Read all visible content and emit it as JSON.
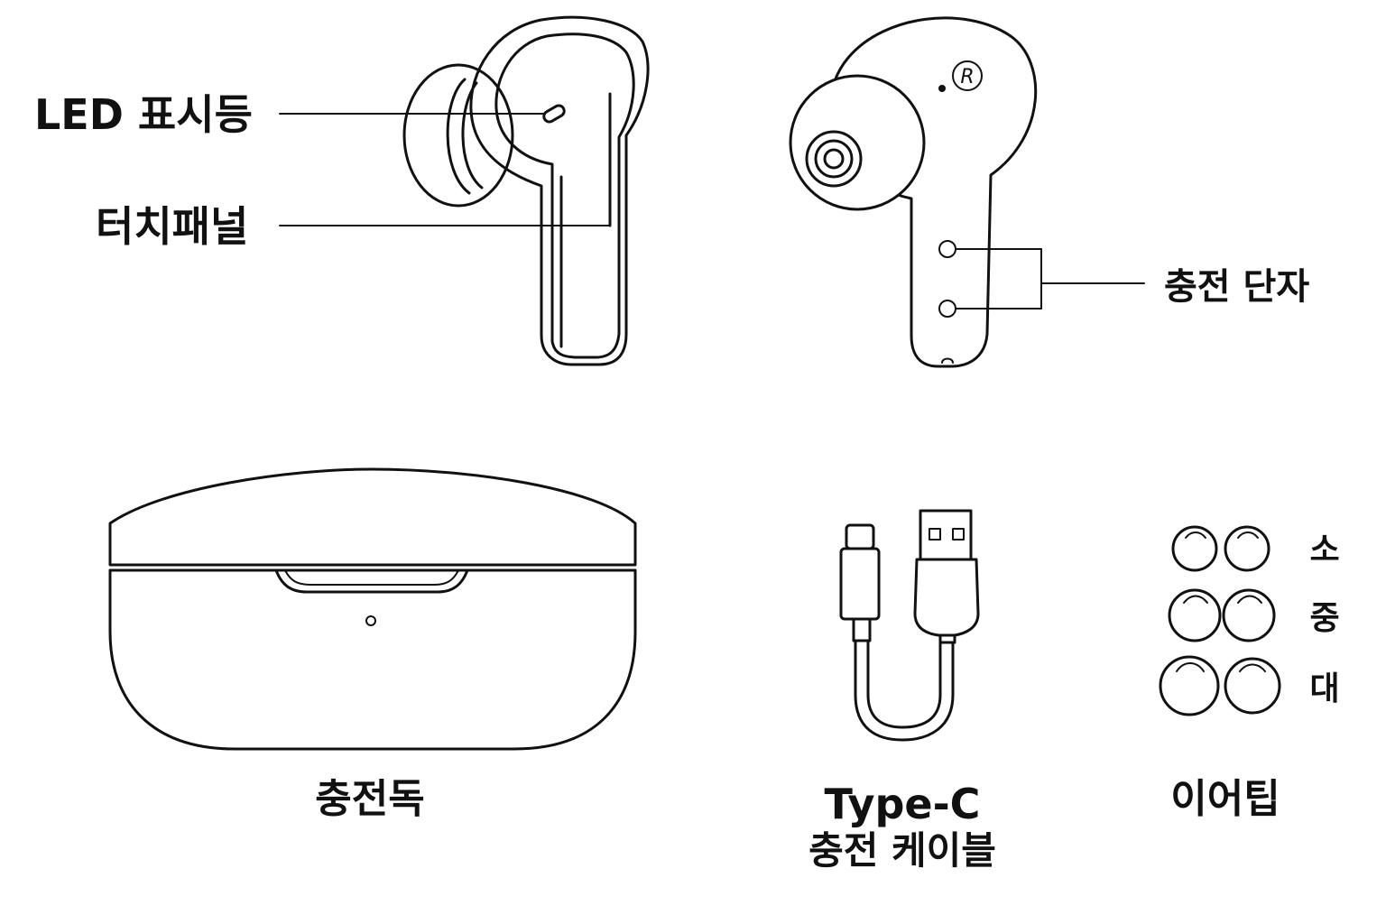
{
  "earbud_front": {
    "led_label": "LED 표시등",
    "touch_label": "터치패널"
  },
  "earbud_back": {
    "side_mark": "R",
    "terminal_label": "충전 단자"
  },
  "charging_case": {
    "label": "충전독"
  },
  "cable": {
    "label_line1": "Type-C",
    "label_line2": "충전 케이블"
  },
  "eartips": {
    "label": "이어팁",
    "sizes": [
      "소",
      "중",
      "대"
    ]
  },
  "colors": {
    "line": "#111111",
    "background": "#ffffff"
  }
}
